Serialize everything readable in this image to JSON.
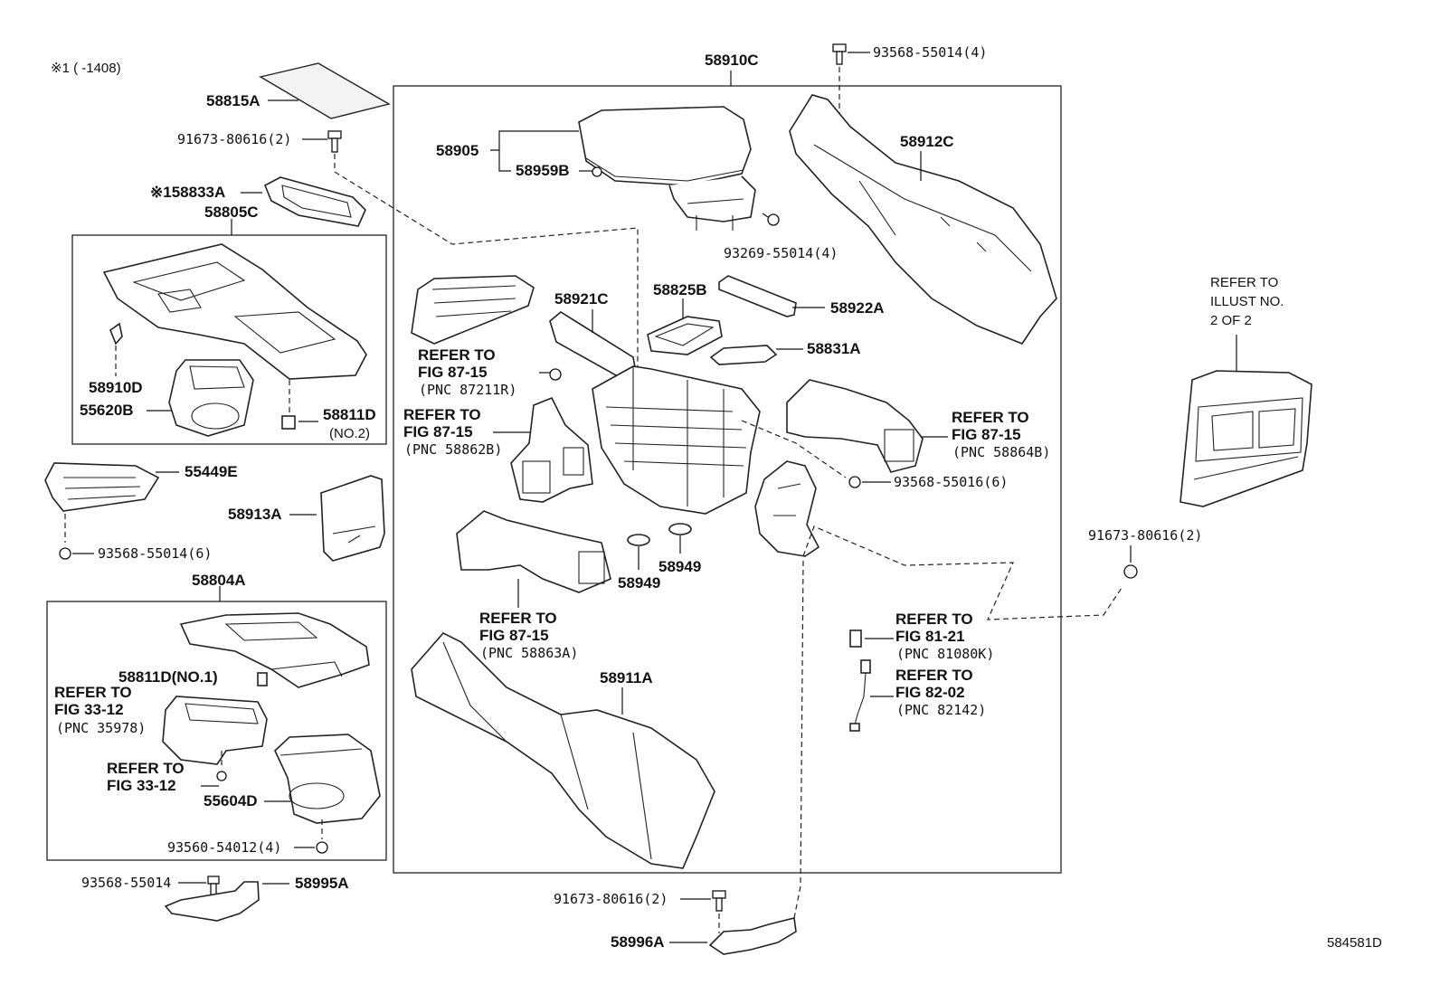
{
  "diagram": {
    "note": "※1 (      -1408)",
    "drawing_code": "584581D",
    "parts": {
      "p58815A": "58815A",
      "p91673_top": "91673-80616(2)",
      "p58833A": "※158833A",
      "p58805C": "58805C",
      "p58910D": "58910D",
      "p55620B": "55620B",
      "p58811D_no2_code": "58811D",
      "p58811D_no2_suffix": "(NO.2)",
      "p55449E": "55449E",
      "p58913A": "58913A",
      "p93568_6": "93568-55014(6)",
      "p58804A": "58804A",
      "p58811D_no1": "58811D(NO.1)",
      "p55604D": "55604D",
      "p93560": "93560-54012(4)",
      "p93568_single": "93568-55014",
      "p58995A": "58995A",
      "p58910C": "58910C",
      "p93568_top": "93568-55014(4)",
      "p58905": "58905",
      "p58959B": "58959B",
      "p93269": "93269-55014(4)",
      "p58912C": "58912C",
      "p58921C": "58921C",
      "p58825B": "58825B",
      "p58922A": "58922A",
      "p58831A": "58831A",
      "p93568_55016": "93568-55016(6)",
      "p58949_a": "58949",
      "p58949_b": "58949",
      "p58911A": "58911A",
      "p91673_right": "91673-80616(2)",
      "p91673_bottom": "91673-80616(2)",
      "p58996A": "58996A"
    },
    "refs": {
      "r87211R": [
        "REFER TO",
        "FIG 87-15",
        "(PNC 87211R)"
      ],
      "r58862B": [
        "REFER TO",
        "FIG 87-15",
        "(PNC 58862B)"
      ],
      "r58863A": [
        "REFER TO",
        "FIG 87-15",
        "(PNC 58863A)"
      ],
      "r58864B": [
        "REFER TO",
        "FIG 87-15",
        "(PNC 58864B)"
      ],
      "r81080K": [
        "REFER TO",
        "FIG 81-21",
        "(PNC 81080K)"
      ],
      "r82142": [
        "REFER TO",
        "FIG 82-02",
        "(PNC 82142)"
      ],
      "r35978": [
        "REFER TO",
        "FIG 33-12",
        "(PNC 35978)"
      ],
      "r3312": [
        "REFER TO",
        "FIG 33-12"
      ],
      "rIllust": [
        "REFER TO",
        "ILLUST NO.",
        "2 OF 2"
      ]
    }
  }
}
